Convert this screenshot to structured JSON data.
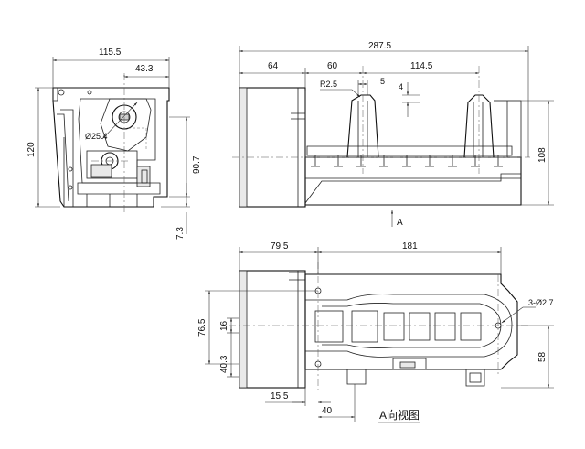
{
  "front_view": {
    "width": "115.5",
    "offset_43": "43.3",
    "height_120": "120",
    "height_90": "90.7",
    "base_7": "7.3",
    "diameter": "Ø25.4"
  },
  "side_view": {
    "length_total": "287.5",
    "seg_64": "64",
    "seg_60": "60",
    "seg_114": "114.5",
    "radius": "R2.5",
    "five": "5",
    "four": "4",
    "height_108": "108",
    "arrow_label": "A"
  },
  "bottom_view": {
    "width_79": "79.5",
    "width_181": "181",
    "dim_76": "76.5",
    "dim_16": "16",
    "dim_40_3": "40.3",
    "dim_15": "15.5",
    "dim_40": "40",
    "dim_58": "58",
    "holes": "3-Ø2.7",
    "caption": "A向视图"
  }
}
